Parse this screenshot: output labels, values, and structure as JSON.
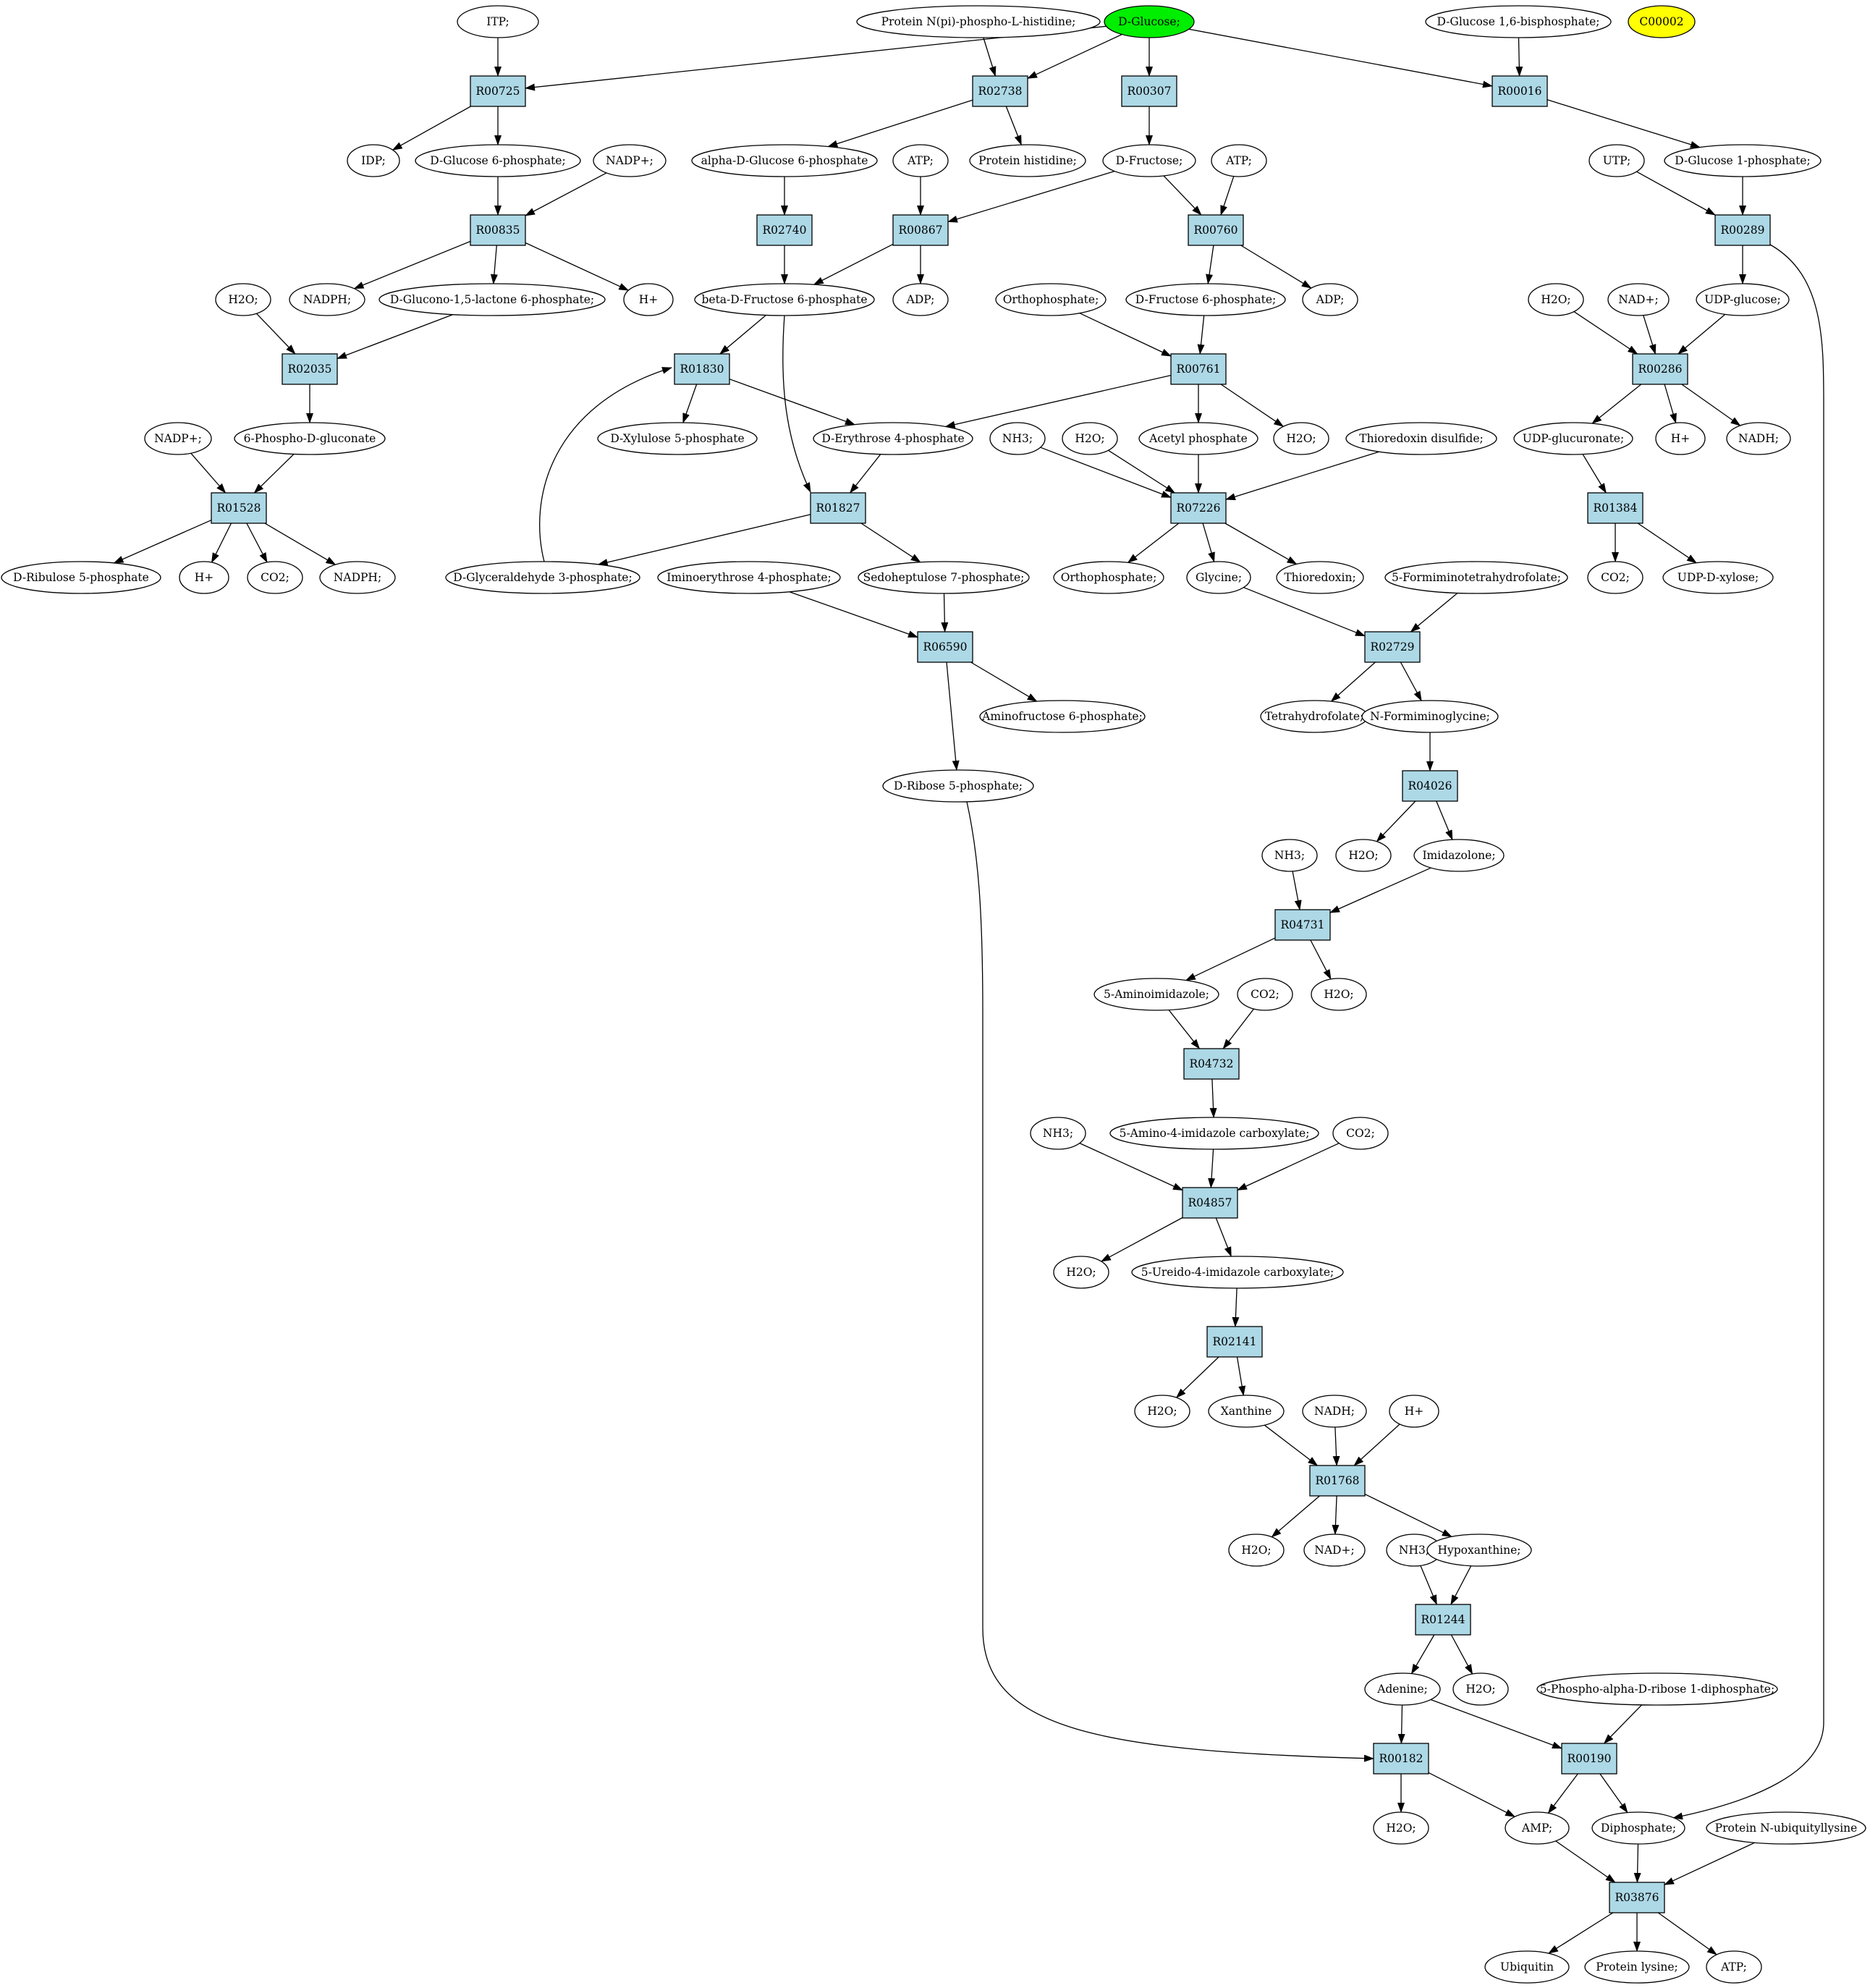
{
  "colors": {
    "reaction_fill": "#add8e6",
    "start_fill": "#00ee00",
    "highlight_fill": "#ffff00",
    "metabolite_fill": "#ffffff",
    "stroke": "#000000"
  },
  "nodes": [
    {
      "id": "ITP",
      "kind": "metabolite",
      "label": "ITP;"
    },
    {
      "id": "PNPH",
      "kind": "metabolite",
      "label": "Protein N(pi)-phospho-L-histidine;"
    },
    {
      "id": "DGLC",
      "kind": "start",
      "label": "D-Glucose;"
    },
    {
      "id": "G16BP",
      "kind": "metabolite",
      "label": "D-Glucose 1,6-bisphosphate;"
    },
    {
      "id": "C00002",
      "kind": "highlight",
      "label": "C00002"
    },
    {
      "id": "R00725",
      "kind": "reaction",
      "label": "R00725"
    },
    {
      "id": "R02738",
      "kind": "reaction",
      "label": "R02738"
    },
    {
      "id": "R00307",
      "kind": "reaction",
      "label": "R00307"
    },
    {
      "id": "R00016",
      "kind": "reaction",
      "label": "R00016"
    },
    {
      "id": "IDP",
      "kind": "metabolite",
      "label": "IDP;"
    },
    {
      "id": "G6P",
      "kind": "metabolite",
      "label": "D-Glucose 6-phosphate;"
    },
    {
      "id": "NADP1",
      "kind": "metabolite",
      "label": "NADP+;"
    },
    {
      "id": "AG6P",
      "kind": "metabolite",
      "label": "alpha-D-Glucose 6-phosphate"
    },
    {
      "id": "ATP1",
      "kind": "metabolite",
      "label": "ATP;"
    },
    {
      "id": "PHIS",
      "kind": "metabolite",
      "label": "Protein histidine;"
    },
    {
      "id": "DFRU",
      "kind": "metabolite",
      "label": "D-Fructose;"
    },
    {
      "id": "ATP2",
      "kind": "metabolite",
      "label": "ATP;"
    },
    {
      "id": "UTP",
      "kind": "metabolite",
      "label": "UTP;"
    },
    {
      "id": "G1P",
      "kind": "metabolite",
      "label": "D-Glucose 1-phosphate;"
    },
    {
      "id": "R00835",
      "kind": "reaction",
      "label": "R00835"
    },
    {
      "id": "R02740",
      "kind": "reaction",
      "label": "R02740"
    },
    {
      "id": "R00867",
      "kind": "reaction",
      "label": "R00867"
    },
    {
      "id": "R00760",
      "kind": "reaction",
      "label": "R00760"
    },
    {
      "id": "R00289",
      "kind": "reaction",
      "label": "R00289"
    },
    {
      "id": "H2O1",
      "kind": "metabolite",
      "label": "H2O;"
    },
    {
      "id": "NADPH1",
      "kind": "metabolite",
      "label": "NADPH;"
    },
    {
      "id": "GL6P",
      "kind": "metabolite",
      "label": "D-Glucono-1,5-lactone 6-phosphate;"
    },
    {
      "id": "HP1",
      "kind": "metabolite",
      "label": "H+"
    },
    {
      "id": "BF6P",
      "kind": "metabolite",
      "label": "beta-D-Fructose 6-phosphate"
    },
    {
      "id": "ADP1",
      "kind": "metabolite",
      "label": "ADP;"
    },
    {
      "id": "ORTHO1",
      "kind": "metabolite",
      "label": "Orthophosphate;"
    },
    {
      "id": "F6P",
      "kind": "metabolite",
      "label": "D-Fructose 6-phosphate;"
    },
    {
      "id": "ADP2",
      "kind": "metabolite",
      "label": "ADP;"
    },
    {
      "id": "H2O2",
      "kind": "metabolite",
      "label": "H2O;"
    },
    {
      "id": "NADP2",
      "kind": "metabolite",
      "label": "NAD+;"
    },
    {
      "id": "UDPG",
      "kind": "metabolite",
      "label": "UDP-glucose;"
    },
    {
      "id": "R02035",
      "kind": "reaction",
      "label": "R02035"
    },
    {
      "id": "R01830",
      "kind": "reaction",
      "label": "R01830"
    },
    {
      "id": "R00761",
      "kind": "reaction",
      "label": "R00761"
    },
    {
      "id": "R00286",
      "kind": "reaction",
      "label": "R00286"
    },
    {
      "id": "NADPP",
      "kind": "metabolite",
      "label": "NADP+;"
    },
    {
      "id": "PGLUC",
      "kind": "metabolite",
      "label": "6-Phospho-D-gluconate"
    },
    {
      "id": "X5P",
      "kind": "metabolite",
      "label": "D-Xylulose 5-phosphate"
    },
    {
      "id": "E4P",
      "kind": "metabolite",
      "label": "D-Erythrose 4-phosphate"
    },
    {
      "id": "NH3A",
      "kind": "metabolite",
      "label": "NH3;"
    },
    {
      "id": "H2O3",
      "kind": "metabolite",
      "label": "H2O;"
    },
    {
      "id": "ACP",
      "kind": "metabolite",
      "label": "Acetyl phosphate"
    },
    {
      "id": "H2O4",
      "kind": "metabolite",
      "label": "H2O;"
    },
    {
      "id": "TRXD",
      "kind": "metabolite",
      "label": "Thioredoxin disulfide;"
    },
    {
      "id": "UDPGA",
      "kind": "metabolite",
      "label": "UDP-glucuronate;"
    },
    {
      "id": "HP2",
      "kind": "metabolite",
      "label": "H+"
    },
    {
      "id": "NADH1",
      "kind": "metabolite",
      "label": "NADH;"
    },
    {
      "id": "R01528",
      "kind": "reaction",
      "label": "R01528"
    },
    {
      "id": "R01827",
      "kind": "reaction",
      "label": "R01827"
    },
    {
      "id": "R07226",
      "kind": "reaction",
      "label": "R07226"
    },
    {
      "id": "R01384",
      "kind": "reaction",
      "label": "R01384"
    },
    {
      "id": "RU5P",
      "kind": "metabolite",
      "label": "D-Ribulose 5-phosphate"
    },
    {
      "id": "HP3",
      "kind": "metabolite",
      "label": "H+"
    },
    {
      "id": "CO2A",
      "kind": "metabolite",
      "label": "CO2;"
    },
    {
      "id": "NADPH2",
      "kind": "metabolite",
      "label": "NADPH;"
    },
    {
      "id": "GAP",
      "kind": "metabolite",
      "label": "D-Glyceraldehyde 3-phosphate;"
    },
    {
      "id": "IE4P",
      "kind": "metabolite",
      "label": "Iminoerythrose 4-phosphate;"
    },
    {
      "id": "S7P",
      "kind": "metabolite",
      "label": "Sedoheptulose 7-phosphate;"
    },
    {
      "id": "ORTHO2",
      "kind": "metabolite",
      "label": "Orthophosphate;"
    },
    {
      "id": "GLY",
      "kind": "metabolite",
      "label": "Glycine;"
    },
    {
      "id": "TRX",
      "kind": "metabolite",
      "label": "Thioredoxin;"
    },
    {
      "id": "FTHF",
      "kind": "metabolite",
      "label": "5-Formiminotetrahydrofolate;"
    },
    {
      "id": "CO2B",
      "kind": "metabolite",
      "label": "CO2;"
    },
    {
      "id": "UDPX",
      "kind": "metabolite",
      "label": "UDP-D-xylose;"
    },
    {
      "id": "R06590",
      "kind": "reaction",
      "label": "R06590"
    },
    {
      "id": "R02729",
      "kind": "reaction",
      "label": "R02729"
    },
    {
      "id": "AMF6P",
      "kind": "metabolite",
      "label": "Aminofructose 6-phosphate;"
    },
    {
      "id": "THF",
      "kind": "metabolite",
      "label": "Tetrahydrofolate;"
    },
    {
      "id": "NFG",
      "kind": "metabolite",
      "label": "N-Formiminoglycine;"
    },
    {
      "id": "R5P",
      "kind": "metabolite",
      "label": "D-Ribose 5-phosphate;"
    },
    {
      "id": "R04026",
      "kind": "reaction",
      "label": "R04026"
    },
    {
      "id": "H2O5",
      "kind": "metabolite",
      "label": "H2O;"
    },
    {
      "id": "IMZ",
      "kind": "metabolite",
      "label": "Imidazolone;"
    },
    {
      "id": "NH3B",
      "kind": "metabolite",
      "label": "NH3;"
    },
    {
      "id": "R04731",
      "kind": "reaction",
      "label": "R04731"
    },
    {
      "id": "AIM",
      "kind": "metabolite",
      "label": "5-Aminoimidazole;"
    },
    {
      "id": "H2O6",
      "kind": "metabolite",
      "label": "H2O;"
    },
    {
      "id": "CO2C",
      "kind": "metabolite",
      "label": "CO2;"
    },
    {
      "id": "R04732",
      "kind": "reaction",
      "label": "R04732"
    },
    {
      "id": "NH3C",
      "kind": "metabolite",
      "label": "NH3;"
    },
    {
      "id": "AIC",
      "kind": "metabolite",
      "label": "5-Amino-4-imidazole carboxylate;"
    },
    {
      "id": "CO2D",
      "kind": "metabolite",
      "label": "CO2;"
    },
    {
      "id": "R04857",
      "kind": "reaction",
      "label": "R04857"
    },
    {
      "id": "H2O7",
      "kind": "metabolite",
      "label": "H2O;"
    },
    {
      "id": "UIC",
      "kind": "metabolite",
      "label": "5-Ureido-4-imidazole carboxylate;"
    },
    {
      "id": "R02141",
      "kind": "reaction",
      "label": "R02141"
    },
    {
      "id": "H2O8",
      "kind": "metabolite",
      "label": "H2O;"
    },
    {
      "id": "XAN",
      "kind": "metabolite",
      "label": "Xanthine"
    },
    {
      "id": "NADH2",
      "kind": "metabolite",
      "label": "NADH;"
    },
    {
      "id": "HP4",
      "kind": "metabolite",
      "label": "H+"
    },
    {
      "id": "R01768",
      "kind": "reaction",
      "label": "R01768"
    },
    {
      "id": "H2O9",
      "kind": "metabolite",
      "label": "H2O;"
    },
    {
      "id": "NADP3",
      "kind": "metabolite",
      "label": "NAD+;"
    },
    {
      "id": "NH3D",
      "kind": "metabolite",
      "label": "NH3;"
    },
    {
      "id": "HYP",
      "kind": "metabolite",
      "label": "Hypoxanthine;"
    },
    {
      "id": "R01244",
      "kind": "reaction",
      "label": "R01244"
    },
    {
      "id": "ADE",
      "kind": "metabolite",
      "label": "Adenine;"
    },
    {
      "id": "H2O10",
      "kind": "metabolite",
      "label": "H2O;"
    },
    {
      "id": "PRPP",
      "kind": "metabolite",
      "label": "5-Phospho-alpha-D-ribose 1-diphosphate;"
    },
    {
      "id": "R00182",
      "kind": "reaction",
      "label": "R00182"
    },
    {
      "id": "R00190",
      "kind": "reaction",
      "label": "R00190"
    },
    {
      "id": "H2O11",
      "kind": "metabolite",
      "label": "H2O;"
    },
    {
      "id": "AMP",
      "kind": "metabolite",
      "label": "AMP;"
    },
    {
      "id": "PPI",
      "kind": "metabolite",
      "label": "Diphosphate;"
    },
    {
      "id": "PNUL",
      "kind": "metabolite",
      "label": "Protein N-ubiquityllysine"
    },
    {
      "id": "R03876",
      "kind": "reaction",
      "label": "R03876"
    },
    {
      "id": "UBQ",
      "kind": "metabolite",
      "label": "Ubiquitin"
    },
    {
      "id": "PLYS",
      "kind": "metabolite",
      "label": "Protein lysine;"
    },
    {
      "id": "ATP3",
      "kind": "metabolite",
      "label": "ATP;"
    }
  ],
  "edges": [
    [
      "ITP",
      "R00725"
    ],
    [
      "DGLC",
      "R00725"
    ],
    [
      "R00725",
      "IDP"
    ],
    [
      "R00725",
      "G6P"
    ],
    [
      "PNPH",
      "R02738"
    ],
    [
      "DGLC",
      "R02738"
    ],
    [
      "R02738",
      "AG6P"
    ],
    [
      "R02738",
      "PHIS"
    ],
    [
      "DGLC",
      "R00307"
    ],
    [
      "R00307",
      "DFRU"
    ],
    [
      "DGLC",
      "R00016"
    ],
    [
      "G16BP",
      "R00016"
    ],
    [
      "R00016",
      "G1P"
    ],
    [
      "G6P",
      "R00835"
    ],
    [
      "NADP1",
      "R00835"
    ],
    [
      "R00835",
      "NADPH1"
    ],
    [
      "R00835",
      "GL6P"
    ],
    [
      "R00835",
      "HP1"
    ],
    [
      "AG6P",
      "R02740"
    ],
    [
      "R02740",
      "BF6P"
    ],
    [
      "ATP1",
      "R00867"
    ],
    [
      "DFRU",
      "R00867"
    ],
    [
      "R00867",
      "BF6P"
    ],
    [
      "R00867",
      "ADP1"
    ],
    [
      "DFRU",
      "R00760"
    ],
    [
      "ATP2",
      "R00760"
    ],
    [
      "R00760",
      "F6P"
    ],
    [
      "R00760",
      "ADP2"
    ],
    [
      "UTP",
      "R00289"
    ],
    [
      "G1P",
      "R00289"
    ],
    [
      "R00289",
      "UDPG"
    ],
    [
      "R00289",
      "PPI"
    ],
    [
      "H2O1",
      "R02035"
    ],
    [
      "GL6P",
      "R02035"
    ],
    [
      "R02035",
      "PGLUC"
    ],
    [
      "BF6P",
      "R01830"
    ],
    [
      "GAP",
      "R01830"
    ],
    [
      "R01830",
      "X5P"
    ],
    [
      "R01830",
      "E4P"
    ],
    [
      "ORTHO1",
      "R00761"
    ],
    [
      "F6P",
      "R00761"
    ],
    [
      "R00761",
      "E4P"
    ],
    [
      "R00761",
      "ACP"
    ],
    [
      "R00761",
      "H2O4"
    ],
    [
      "H2O2",
      "R00286"
    ],
    [
      "NADP2",
      "R00286"
    ],
    [
      "UDPG",
      "R00286"
    ],
    [
      "R00286",
      "UDPGA"
    ],
    [
      "R00286",
      "HP2"
    ],
    [
      "R00286",
      "NADH1"
    ],
    [
      "NADPP",
      "R01528"
    ],
    [
      "PGLUC",
      "R01528"
    ],
    [
      "R01528",
      "RU5P"
    ],
    [
      "R01528",
      "HP3"
    ],
    [
      "R01528",
      "CO2A"
    ],
    [
      "R01528",
      "NADPH2"
    ],
    [
      "BF6P",
      "R01827"
    ],
    [
      "E4P",
      "R01827"
    ],
    [
      "R01827",
      "GAP"
    ],
    [
      "R01827",
      "S7P"
    ],
    [
      "NH3A",
      "R07226"
    ],
    [
      "H2O3",
      "R07226"
    ],
    [
      "ACP",
      "R07226"
    ],
    [
      "TRXD",
      "R07226"
    ],
    [
      "R07226",
      "ORTHO2"
    ],
    [
      "R07226",
      "GLY"
    ],
    [
      "R07226",
      "TRX"
    ],
    [
      "UDPGA",
      "R01384"
    ],
    [
      "R01384",
      "CO2B"
    ],
    [
      "R01384",
      "UDPX"
    ],
    [
      "IE4P",
      "R06590"
    ],
    [
      "S7P",
      "R06590"
    ],
    [
      "R06590",
      "AMF6P"
    ],
    [
      "R06590",
      "R5P"
    ],
    [
      "GLY",
      "R02729"
    ],
    [
      "FTHF",
      "R02729"
    ],
    [
      "R02729",
      "THF"
    ],
    [
      "R02729",
      "NFG"
    ],
    [
      "NFG",
      "R04026"
    ],
    [
      "R04026",
      "H2O5"
    ],
    [
      "R04026",
      "IMZ"
    ],
    [
      "NH3B",
      "R04731"
    ],
    [
      "IMZ",
      "R04731"
    ],
    [
      "R04731",
      "AIM"
    ],
    [
      "R04731",
      "H2O6"
    ],
    [
      "AIM",
      "R04732"
    ],
    [
      "CO2C",
      "R04732"
    ],
    [
      "R04732",
      "AIC"
    ],
    [
      "NH3C",
      "R04857"
    ],
    [
      "AIC",
      "R04857"
    ],
    [
      "CO2D",
      "R04857"
    ],
    [
      "R04857",
      "H2O7"
    ],
    [
      "R04857",
      "UIC"
    ],
    [
      "UIC",
      "R02141"
    ],
    [
      "R02141",
      "H2O8"
    ],
    [
      "R02141",
      "XAN"
    ],
    [
      "XAN",
      "R01768"
    ],
    [
      "NADH2",
      "R01768"
    ],
    [
      "HP4",
      "R01768"
    ],
    [
      "R01768",
      "H2O9"
    ],
    [
      "R01768",
      "NADP3"
    ],
    [
      "R01768",
      "HYP"
    ],
    [
      "NH3D",
      "R01244"
    ],
    [
      "HYP",
      "R01244"
    ],
    [
      "R01244",
      "ADE"
    ],
    [
      "R01244",
      "H2O10"
    ],
    [
      "ADE",
      "R00182"
    ],
    [
      "R5P",
      "R00182"
    ],
    [
      "R00182",
      "H2O11"
    ],
    [
      "R00182",
      "AMP"
    ],
    [
      "ADE",
      "R00190"
    ],
    [
      "PRPP",
      "R00190"
    ],
    [
      "R00190",
      "AMP"
    ],
    [
      "R00190",
      "PPI"
    ],
    [
      "AMP",
      "R03876"
    ],
    [
      "PPI",
      "R03876"
    ],
    [
      "PNUL",
      "R03876"
    ],
    [
      "R03876",
      "UBQ"
    ],
    [
      "R03876",
      "PLYS"
    ],
    [
      "R03876",
      "ATP3"
    ]
  ]
}
